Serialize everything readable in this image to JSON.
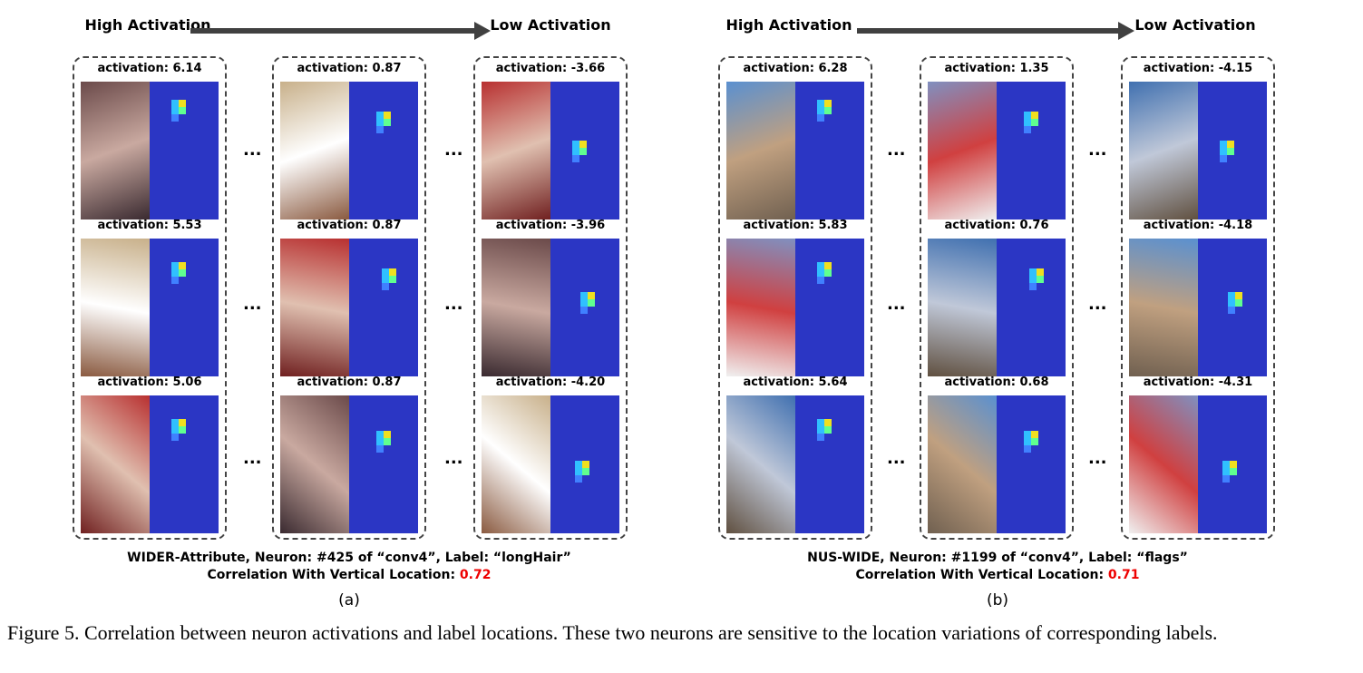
{
  "panels": [
    {
      "high_label": "High Activation",
      "low_label": "Low Activation",
      "groups": [
        [
          "activation: 6.14",
          "activation: 5.53",
          "activation: 5.06"
        ],
        [
          "activation: 0.87",
          "activation: 0.87",
          "activation: 0.87"
        ],
        [
          "activation: -3.66",
          "activation: -3.96",
          "activation: -4.20"
        ]
      ],
      "ellipsis": "...",
      "caption_line1": "WIDER-Attribute, Neuron: #425 of “conv4”, Label: “longHair”",
      "caption_line2_prefix": "Correlation With Vertical Location: ",
      "correlation": "0.72",
      "sub_label": "(a)"
    },
    {
      "high_label": "High Activation",
      "low_label": "Low Activation",
      "groups": [
        [
          "activation: 6.28",
          "activation: 5.83",
          "activation: 5.64"
        ],
        [
          "activation: 1.35",
          "activation: 0.76",
          "activation: 0.68"
        ],
        [
          "activation: -4.15",
          "activation: -4.18",
          "activation: -4.31"
        ]
      ],
      "ellipsis": "...",
      "caption_line1": "NUS-WIDE, Neuron: #1199 of “conv4”, Label: “flags”",
      "caption_line2_prefix": "Correlation With Vertical Location: ",
      "correlation": "0.71",
      "sub_label": "(b)"
    }
  ],
  "figure_caption": "Figure 5. Correlation between neuron activations and label locations. These two neurons are sensitive to the location variations of corresponding labels.",
  "colors": {
    "correlation": "#e00000",
    "heatmap": "#2b36c4"
  }
}
